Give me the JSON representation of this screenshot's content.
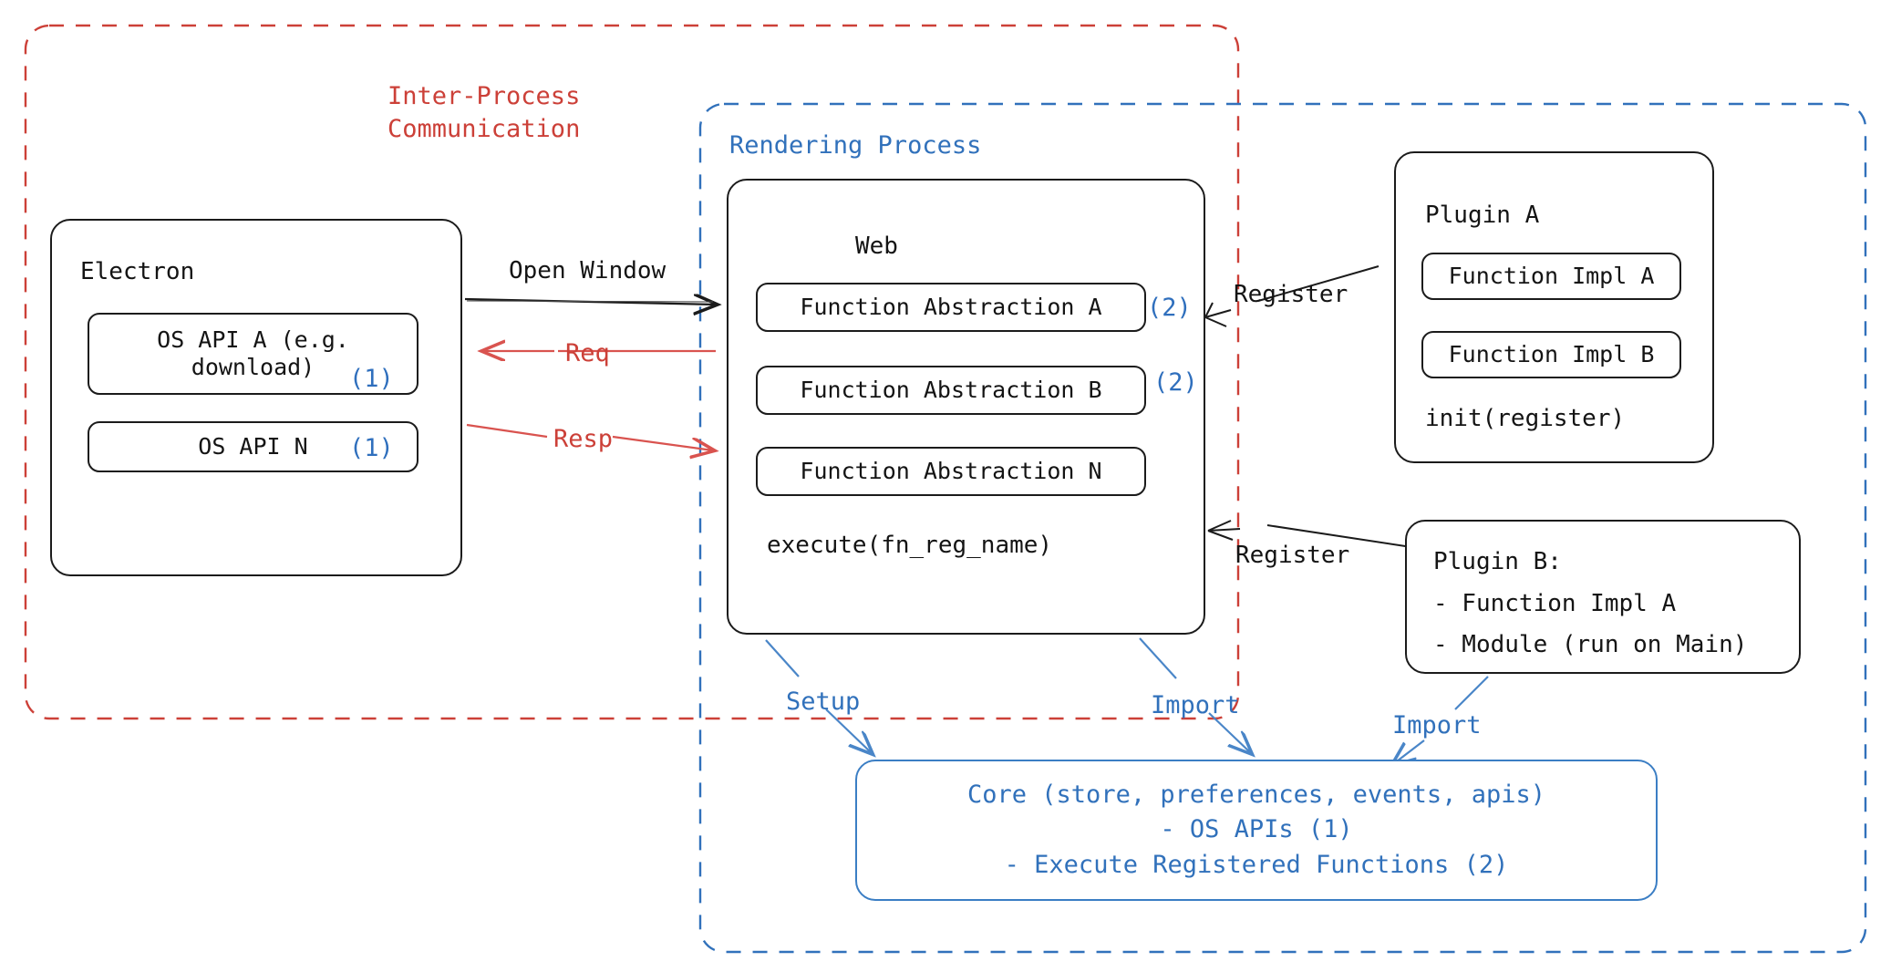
{
  "diagram": {
    "title": "Electron plugin architecture",
    "colors": {
      "red": "#cc4038",
      "blue": "#3171bb",
      "core_blue": "#3b7ec4",
      "ink": "#141414"
    }
  },
  "regions": {
    "ipc": {
      "label": "Inter-Process\nCommunication",
      "style": "dashed",
      "color": "#cc4038"
    },
    "rendering": {
      "label": "Rendering Process",
      "style": "dashed",
      "color": "#3171bb"
    }
  },
  "electron": {
    "title": "Electron",
    "apis": [
      {
        "label": "OS API A (e.g.\ndownload)",
        "marker": "(1)"
      },
      {
        "label": "OS API N",
        "marker": "(1)"
      }
    ]
  },
  "web": {
    "title": "Web",
    "abstractions": [
      {
        "label": "Function Abstraction A",
        "marker": "(2)"
      },
      {
        "label": "Function Abstraction B",
        "marker": "(2)"
      },
      {
        "label": "Function Abstraction N",
        "marker": ""
      }
    ],
    "execute": "execute(fn_reg_name)"
  },
  "plugin_a": {
    "title": "Plugin A",
    "impls": [
      "Function Impl A",
      "Function Impl B"
    ],
    "init": "init(register)"
  },
  "plugin_b": {
    "title": "Plugin B:",
    "lines": [
      "- Function Impl A",
      "- Module (run on Main)"
    ]
  },
  "core": {
    "line1": "Core (store, preferences, events, apis)",
    "line2": "- OS APIs (1)",
    "line3": "- Execute Registered Functions (2)"
  },
  "arrows": {
    "open_window": "Open Window",
    "req": "Req",
    "resp": "Resp",
    "register_top": "Register",
    "register_bottom": "Register",
    "setup": "Setup",
    "import_web": "Import",
    "import_plugin_b": "Import"
  }
}
